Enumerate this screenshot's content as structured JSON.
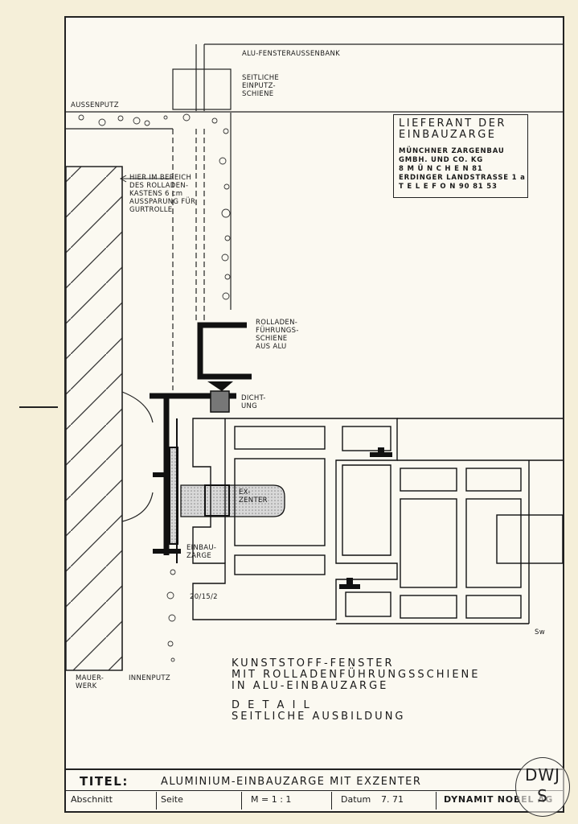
{
  "labels": {
    "fensteraussenbank": "ALU-FENSTERAUSSENBANK",
    "einputz_1": "SEITLICHE",
    "einputz_2": "EINPUTZ-",
    "einputz_3": "SCHIENE",
    "aussenputz": "AUSSENPUTZ",
    "hinweis_1": "HIER IM BEREICH",
    "hinweis_2": "DES ROLLADEN-",
    "hinweis_3": "KASTENS 6 cm",
    "hinweis_4": "AUSSPARUNG FÜR",
    "hinweis_5": "GURTROLLE",
    "schiene_1": "ROLLADEN-",
    "schiene_2": "FÜHRUNGS-",
    "schiene_3": "SCHIENE",
    "schiene_4": "AUS ALU",
    "dichtung_1": "DICHT-",
    "dichtung_2": "UNG",
    "exzenter_1": "EX-",
    "exzenter_2": "ZENTER",
    "einbauzarge_1": "EINBAU-",
    "einbauzarge_2": "ZARGE",
    "masse": "20/15/2",
    "mauerwerk_1": "MAUER-",
    "mauerwerk_2": "WERK",
    "innenputz": "INNENPUTZ",
    "zeichner": "Sw"
  },
  "supplier": {
    "title_1": "LIEFERANT DER",
    "title_2": "EINBAUZARGE",
    "line_1": "MÜNCHNER ZARGENBAU",
    "line_2": "GMBH. UND CO. KG",
    "line_3": "8   M Ü N C H E N   81",
    "line_4": "ERDINGER LANDSTRASSE 1 a",
    "line_5": "T E L E F O N   90 81 53"
  },
  "description": {
    "line_1": "KUNSTSTOFF-FENSTER",
    "line_2": "MIT ROLLADENFÜHRUNGSSCHIENE",
    "line_3": "IN ALU-EINBAUZARGE",
    "line_4": "D E T A I L",
    "line_5": "SEITLICHE AUSBILDUNG"
  },
  "titleblock": {
    "titel_key": "TITEL:",
    "titel_value": "ALUMINIUM-EINBAUZARGE MIT EXZENTER",
    "abschnitt": "Abschnitt",
    "seite": "Seite",
    "massstab": "M = 1 : 1",
    "datum_label": "Datum",
    "datum_value": "7. 71",
    "firma": "DYNAMIT NOBEL AG"
  },
  "stamp": {
    "line_1": "DWJ",
    "line_2": "S"
  },
  "colors": {
    "ink": "#1a1a1a",
    "paper": "#fbf9f1",
    "background": "#f5efd9",
    "hatch_fill": "#c9c9c9"
  }
}
